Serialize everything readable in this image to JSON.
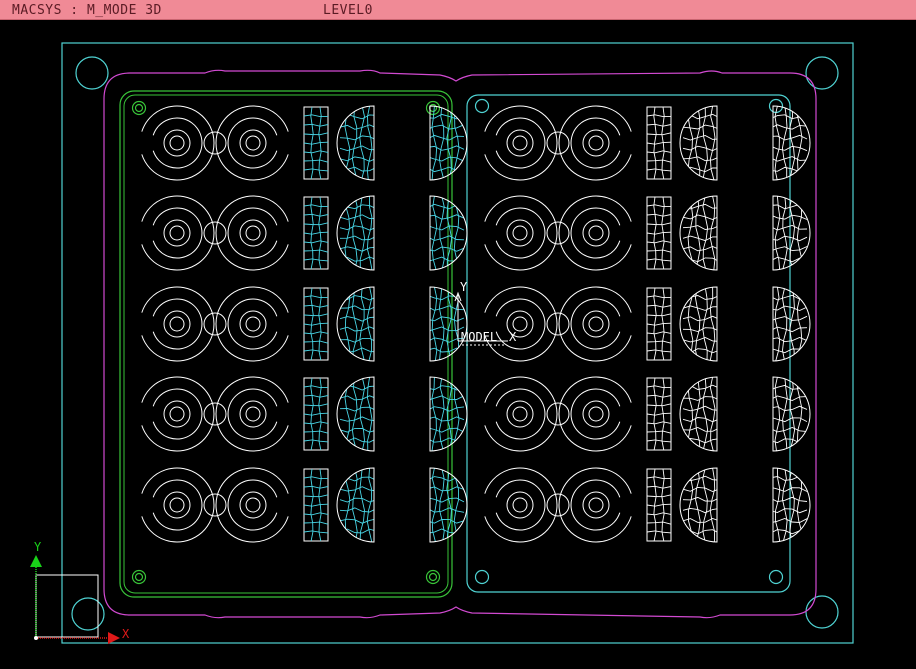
{
  "titlebar": {
    "app": "MACSYS : M_MODE 3D",
    "level": "LEVEL0"
  },
  "view": {
    "origin_labels": {
      "y": "Y",
      "model": "MODEL",
      "x": "X"
    },
    "triad_labels": {
      "y": "Y",
      "x": "X"
    }
  },
  "colors": {
    "background": "#000000",
    "titlebar": "#f08a96",
    "frame": "#4fd3d3",
    "outline": "#d24ad2",
    "left_plate": "#39c439",
    "geometry": "#ffffff",
    "texture": "#49d6e6",
    "axis_y": "#19d219",
    "axis_x": "#e01919"
  }
}
